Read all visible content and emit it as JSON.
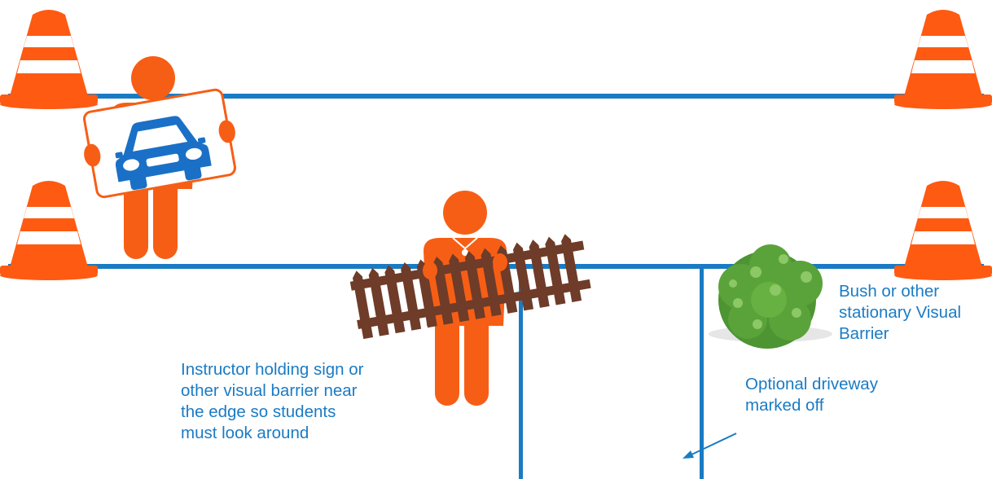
{
  "labels": {
    "instructor_note": "Instructor holding sign or\nother visual barrier near\nthe edge so students\nmust look around",
    "bush_note": "Bush or other\nstationary Visual\nBarrier",
    "driveway_note": "Optional driveway\nmarked off"
  },
  "colors": {
    "line_blue": "#1a7bc4",
    "cone_orange": "#fe5a12",
    "person_orange": "#f75e15",
    "car_blue": "#1a70c6",
    "fence_brown": "#6e3c28",
    "bush_green": "#5aa33a",
    "background": "#ffffff"
  },
  "icons": [
    "traffic-cone-icon",
    "person-icon",
    "car-icon",
    "fence-icon",
    "bush-icon",
    "arrow-icon"
  ]
}
